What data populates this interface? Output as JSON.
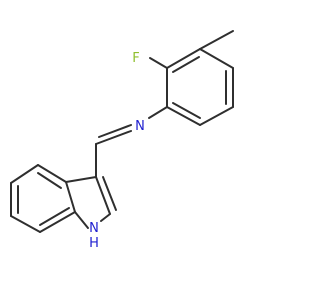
{
  "structure": {
    "atoms": {
      "fluorine": "F",
      "imine_nitrogen": "N",
      "indole_nitrogen": "N",
      "indole_hydrogen": "H"
    }
  },
  "colors": {
    "bond": "#2f2f2f",
    "fluorine": "#8fbf2e",
    "nitrogen": "#2020d0",
    "background": "#ffffff"
  }
}
